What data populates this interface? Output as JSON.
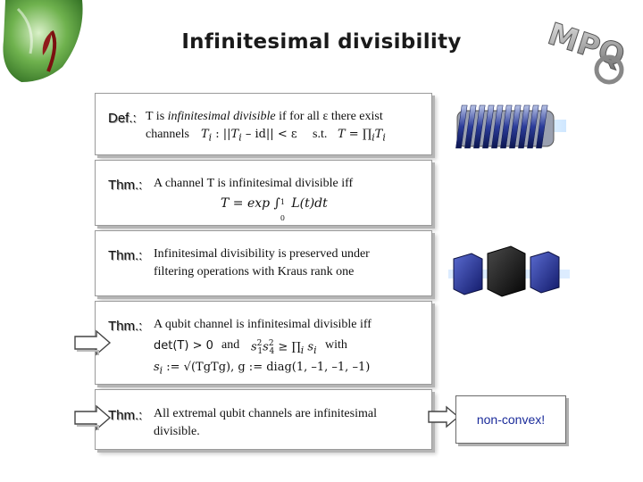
{
  "slide": {
    "title": "Infinitesimal divisibility"
  },
  "blocks": [
    {
      "label": "Def.:",
      "line1_pre": "T is ",
      "line1_em": "infinitesimal divisible",
      "line1_post": " if for all ε there exist",
      "line2_pre": "channels",
      "line2_math_a": "T",
      "line2_math_a_sub": "i",
      "line2_math_b": " : ||",
      "line2_math_c": "T",
      "line2_math_c_sub": "i",
      "line2_math_d": " – id|| < ε",
      "line2_st": "s.t.",
      "line2_math_e": "T = ∏",
      "line2_math_e_sub": "i",
      "line2_math_f": "T",
      "line2_math_f_sub": "i"
    },
    {
      "label": "Thm.:",
      "line1": "A channel T is infinitesimal divisible iff",
      "formula": "T = exp ∫",
      "formula_lo": "0",
      "formula_hi": "1",
      "formula_rest": "L(t)dt"
    },
    {
      "label": "Thm.:",
      "line1": "Infinitesimal divisibility is preserved under",
      "line2": "filtering operations with Kraus rank one"
    },
    {
      "label": "Thm.:",
      "line1": "A qubit channel is infinitesimal divisible iff",
      "det": "det(T) > 0",
      "and": "and",
      "ineq": "s",
      "ineq_sub1": "1",
      "ineq_sup1": "2",
      "ineq_s2": "s",
      "ineq_sub2": "4",
      "ineq_sup2": "2",
      "ineq_rest": " ≥ ∏",
      "ineq_sub3": "i",
      "ineq_s3": " s",
      "ineq_sub4": "i",
      "with": "with",
      "def_s": "s",
      "def_s_sub": "i",
      "def_rest": " := √(TgTg),  g := diag(1, –1, –1, –1)"
    },
    {
      "label": "Thm.:",
      "line1": "All extremal qubit channels are infinitesimal",
      "line2": "divisible."
    }
  ],
  "nonconvex": "non-convex!",
  "logos": {
    "left": "leaf-logo",
    "right": "mpq-logo",
    "right_text": "MPQ"
  },
  "colors": {
    "accent_blue": "#1a2b9a",
    "device_blue": "#22308f",
    "shadow_gray": "#b5b5b5"
  }
}
